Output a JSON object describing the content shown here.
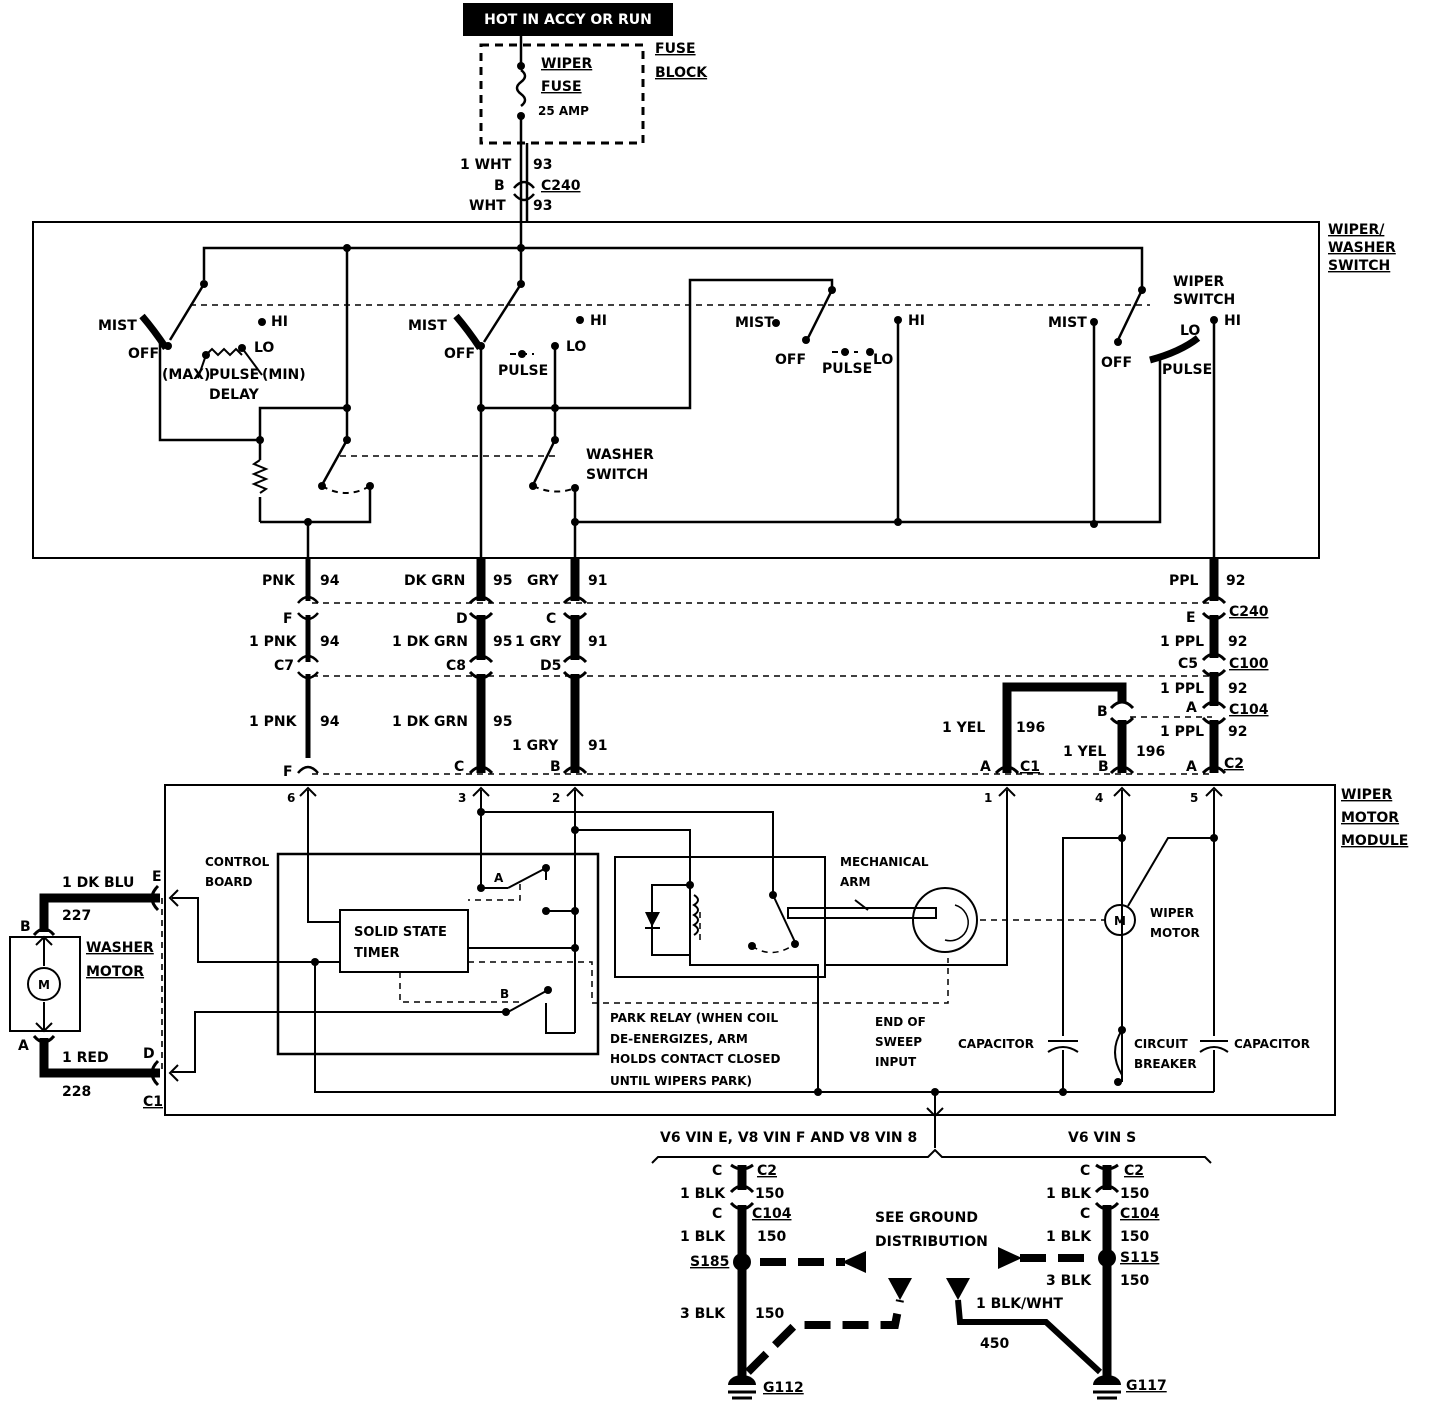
{
  "header": "HOT IN ACCY OR RUN",
  "fuse": {
    "name1": "WIPER",
    "name2": "FUSE",
    "rating": "25 AMP",
    "block1": "FUSE",
    "block2": "BLOCK"
  },
  "feed": {
    "w1": "1 WHT",
    "c1": "93",
    "pin": "B",
    "conn": "C240",
    "w2": "WHT",
    "c2": "93"
  },
  "switch_title": [
    "WIPER/",
    "WASHER",
    "SWITCH"
  ],
  "switch": {
    "wiper_switch": [
      "WIPER",
      "SWITCH"
    ],
    "washer_switch": [
      "WASHER",
      "SWITCH"
    ],
    "mist": "MIST",
    "off": "OFF",
    "hi": "HI",
    "lo": "LO",
    "pulse": "PULSE",
    "max": "(MAX)",
    "min": "(MIN)",
    "delay": "DELAY"
  },
  "wires_top": [
    {
      "w": "PNK",
      "c": "94"
    },
    {
      "w": "DK GRN",
      "c": "95"
    },
    {
      "w": "GRY",
      "c": "91"
    },
    {
      "w": "PPL",
      "c": "92"
    }
  ],
  "wires_mid": [
    {
      "pin": "F",
      "w": "1 PNK",
      "c": "94",
      "conn": "C7"
    },
    {
      "pin": "D",
      "w": "1 DK GRN",
      "c": "95",
      "conn": "C8"
    },
    {
      "pin": "C",
      "w": "1 GRY",
      "c": "91",
      "conn": "D5"
    },
    {
      "pin": "E",
      "conn": "C240",
      "w": "1 PPL",
      "c": "92",
      "pin2": "C5",
      "conn2": "C100"
    }
  ],
  "wires_low": [
    {
      "w": "1 PNK",
      "c": "94",
      "pin": "F"
    },
    {
      "w": "1 DK GRN",
      "c": "95",
      "pin": "C"
    },
    {
      "w": "1 GRY",
      "c": "91",
      "pin": "B"
    },
    {
      "w": "1 YEL",
      "c": "196",
      "pin": "A",
      "conn": "C1"
    },
    {
      "w": "1 YEL",
      "c": "196",
      "pin": "B",
      "pin_top": "B"
    },
    {
      "w1": "1 PPL",
      "c1": "92",
      "pin": "A",
      "conn": "C104",
      "w2": "1 PPL",
      "c2": "92",
      "pin_bot": "A",
      "conn_bot": "C2"
    }
  ],
  "module_title": [
    "WIPER",
    "MOTOR",
    "MODULE"
  ],
  "module_pins": [
    "6",
    "3",
    "2",
    "1",
    "4",
    "5"
  ],
  "module": {
    "control_board": [
      "CONTROL",
      "BOARD"
    ],
    "timer": [
      "SOLID STATE",
      "TIMER"
    ],
    "relay_a": "A",
    "relay_b": "B",
    "mech_arm": [
      "MECHANICAL",
      "ARM"
    ],
    "wiper_motor": [
      "WIPER",
      "MOTOR"
    ],
    "park_relay": [
      "PARK RELAY (WHEN COIL",
      "DE-ENERGIZES, ARM",
      "HOLDS CONTACT CLOSED",
      "UNTIL WIPERS PARK)"
    ],
    "end_sweep": [
      "END OF",
      "SWEEP",
      "INPUT"
    ],
    "capacitor": "CAPACITOR",
    "breaker": [
      "CIRCUIT",
      "BREAKER"
    ],
    "motor_symbol": "M"
  },
  "washer": {
    "title": [
      "WASHER",
      "MOTOR"
    ],
    "w_top": "1 DK BLU",
    "c_top": "227",
    "pin_top": "B",
    "pin_e": "E",
    "w_bot": "1 RED",
    "c_bot": "228",
    "pin_bot": "A",
    "pin_d": "D",
    "conn": "C1"
  },
  "ground": {
    "left_title": "V6 VIN E, V8 VIN F AND V8 VIN 8",
    "right_title": "V6 VIN S",
    "see": [
      "SEE GROUND",
      "DISTRIBUTION"
    ],
    "left": {
      "pin1": "C",
      "conn1": "C2",
      "w1": "1 BLK",
      "c1": "150",
      "pin2": "C",
      "conn2": "C104",
      "w2": "1 BLK",
      "c2": "150",
      "splice": "S185",
      "w3": "3 BLK",
      "c3": "150",
      "gnd": "G112"
    },
    "right": {
      "pin1": "C",
      "conn1": "C2",
      "w1": "1 BLK",
      "c1": "150",
      "pin2": "C",
      "conn2": "C104",
      "w2": "1 BLK",
      "c2": "150",
      "splice": "S115",
      "w3": "3 BLK",
      "c3": "150",
      "w4": "1 BLK/WHT",
      "c4": "450",
      "gnd": "G117"
    }
  }
}
